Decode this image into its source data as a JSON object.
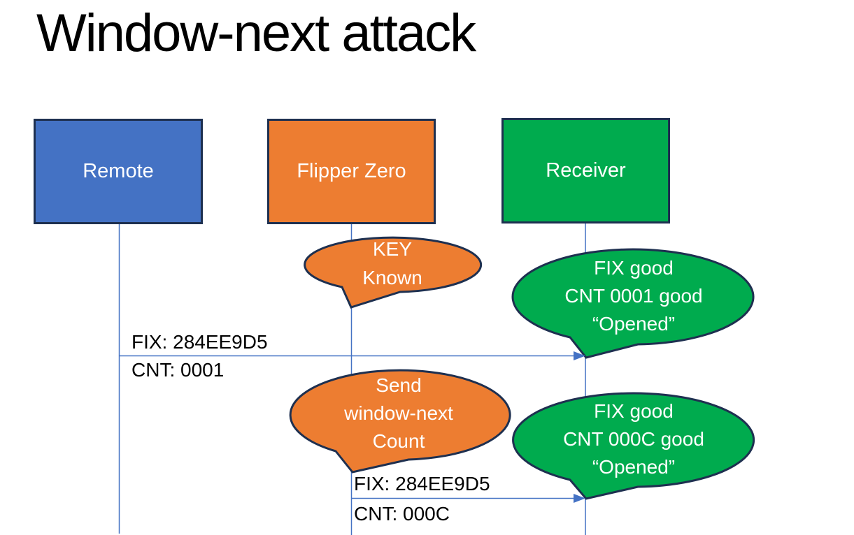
{
  "title": "Window-next attack",
  "colors": {
    "remote_blue": "#4472c4",
    "flipper_orange": "#ed7d31",
    "receiver_green": "#00ab4e",
    "outline_navy": "#1e3050",
    "connector_blue": "#4472c4",
    "bubble_text": "#ffffff",
    "label_text": "#000000"
  },
  "actors": [
    {
      "id": "remote",
      "label": "Remote",
      "color": "#4472c4"
    },
    {
      "id": "flipper-zero",
      "label": "Flipper Zero",
      "color": "#ed7d31"
    },
    {
      "id": "receiver",
      "label": "Receiver",
      "color": "#00ab4e"
    }
  ],
  "callouts": [
    {
      "id": "key-known",
      "actor": "flipper-zero",
      "color": "#ed7d31",
      "lines": [
        "KEY",
        "Known"
      ]
    },
    {
      "id": "opened-first",
      "actor": "receiver",
      "color": "#00ab4e",
      "lines": [
        "FIX good",
        "CNT 0001 good",
        "“Opened”"
      ]
    },
    {
      "id": "send-window-next",
      "actor": "flipper-zero",
      "color": "#ed7d31",
      "lines": [
        "Send",
        "window-next",
        "Count"
      ]
    },
    {
      "id": "opened-second",
      "actor": "receiver",
      "color": "#00ab4e",
      "lines": [
        "FIX good",
        "CNT 000C good",
        "“Opened”"
      ]
    }
  ],
  "messages": [
    {
      "id": "msg-1",
      "from": "Remote",
      "to": "Receiver",
      "fix": "FIX: 284EE9D5",
      "cnt": "CNT: 0001"
    },
    {
      "id": "msg-2",
      "from": "Flipper Zero",
      "to": "Receiver",
      "fix": "FIX: 284EE9D5",
      "cnt": "CNT: 000C"
    }
  ]
}
